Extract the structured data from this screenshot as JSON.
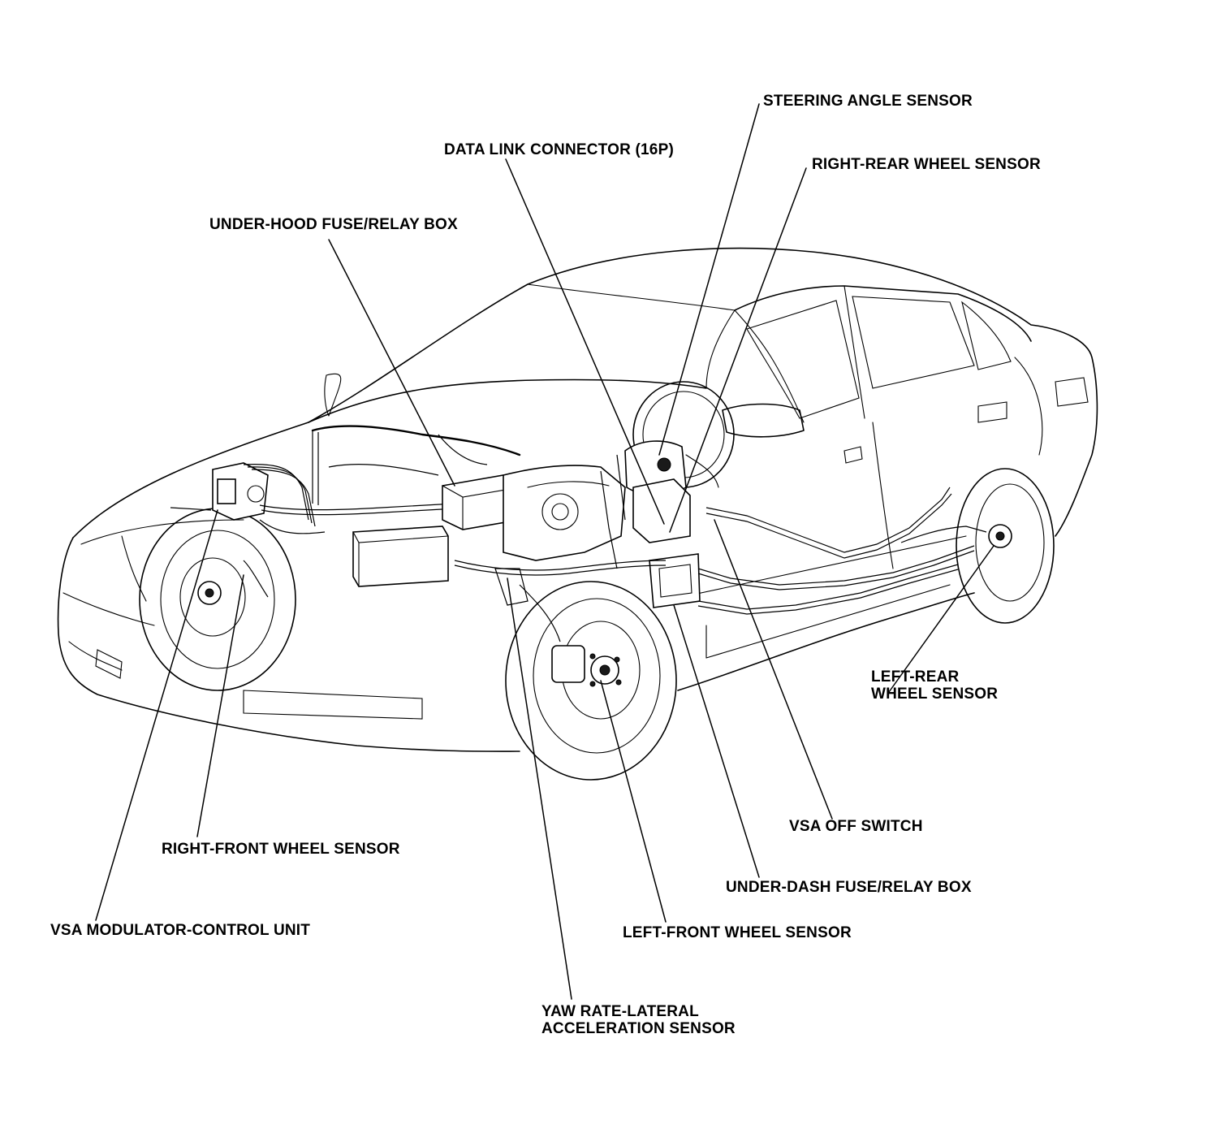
{
  "labels": {
    "steering_angle_sensor": "STEERING ANGLE SENSOR",
    "data_link_connector": "DATA LINK CONNECTOR (16P)",
    "right_rear_wheel_sensor": "RIGHT-REAR WHEEL SENSOR",
    "under_hood_fuse_relay_box": "UNDER-HOOD FUSE/RELAY BOX",
    "left_rear_wheel_sensor": [
      "LEFT-REAR",
      "WHEEL SENSOR"
    ],
    "vsa_off_switch": "VSA OFF SWITCH",
    "right_front_wheel_sensor": "RIGHT-FRONT WHEEL SENSOR",
    "under_dash_fuse_relay_box": "UNDER-DASH FUSE/RELAY BOX",
    "vsa_modulator_control_unit": "VSA MODULATOR-CONTROL UNIT",
    "left_front_wheel_sensor": "LEFT-FRONT WHEEL SENSOR",
    "yaw_rate_sensor": [
      "YAW RATE-LATERAL",
      "ACCELERATION SENSOR"
    ]
  },
  "colors": {
    "ink": "#000000",
    "paper": "#ffffff"
  }
}
